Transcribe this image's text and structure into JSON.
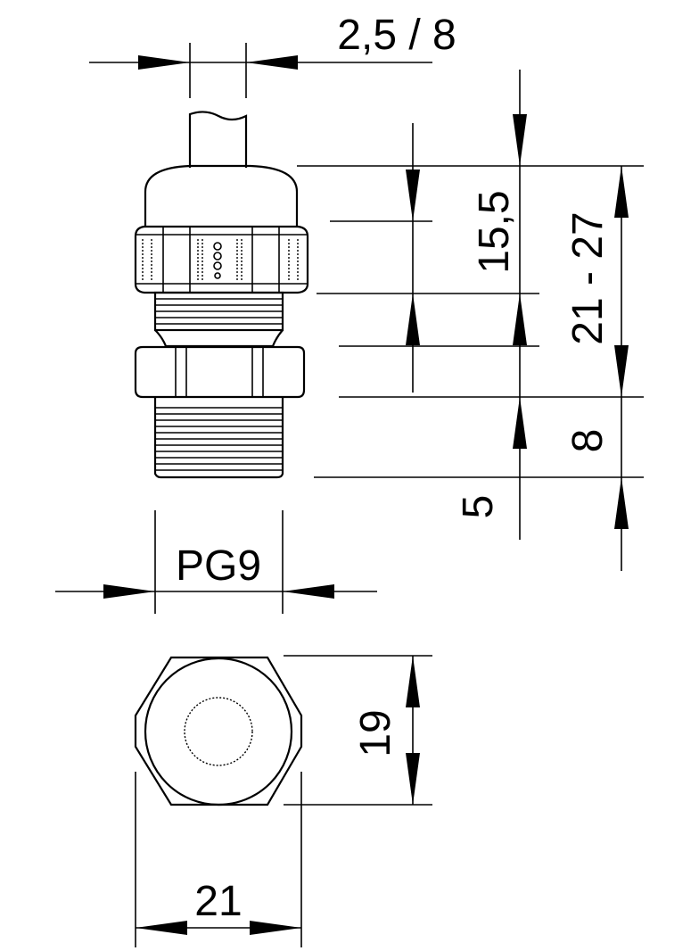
{
  "dimensions": {
    "cable_range": "2,5 / 8",
    "cap_height": "15,5",
    "total_length": "21 - 27",
    "thread_length": "8",
    "locknut_height": "5",
    "thread_size": "PG9",
    "hex_height": "19",
    "hex_width": "21"
  },
  "colors": {
    "line": "#000000",
    "background": "#ffffff"
  }
}
